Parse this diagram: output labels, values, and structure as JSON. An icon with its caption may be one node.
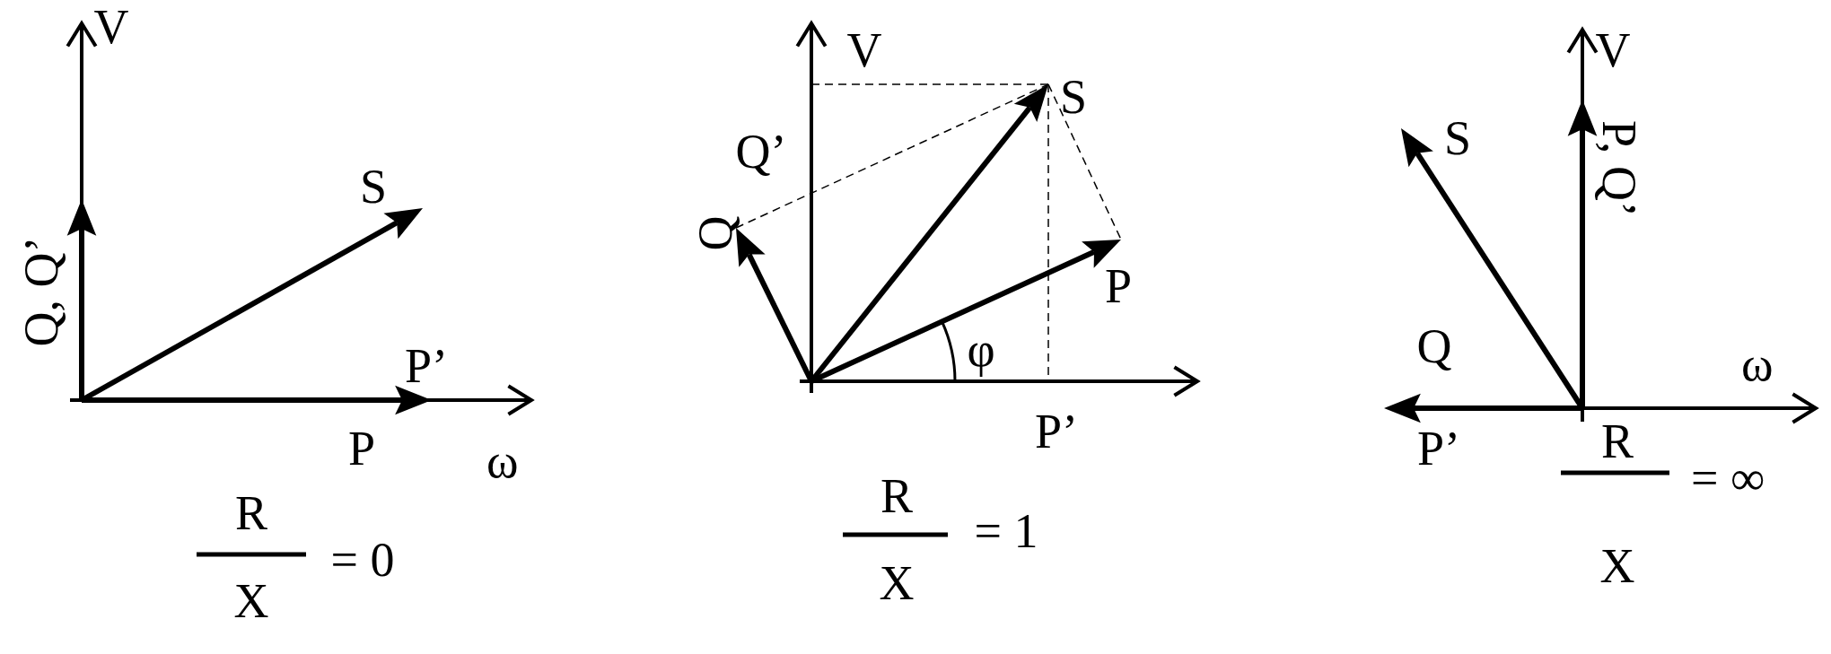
{
  "diagram": {
    "labels": [
      "V",
      "Q, Q’",
      "S",
      "P’",
      "P",
      "ω",
      "R",
      "X",
      "= 0",
      "V",
      "S",
      "Q’",
      "Q",
      "P",
      "φ",
      "P’",
      "R",
      "X",
      "= 1",
      "S",
      "V",
      "P, Q’",
      "Q",
      "ω",
      "P’",
      "R",
      "X",
      "= ∞"
    ]
  }
}
